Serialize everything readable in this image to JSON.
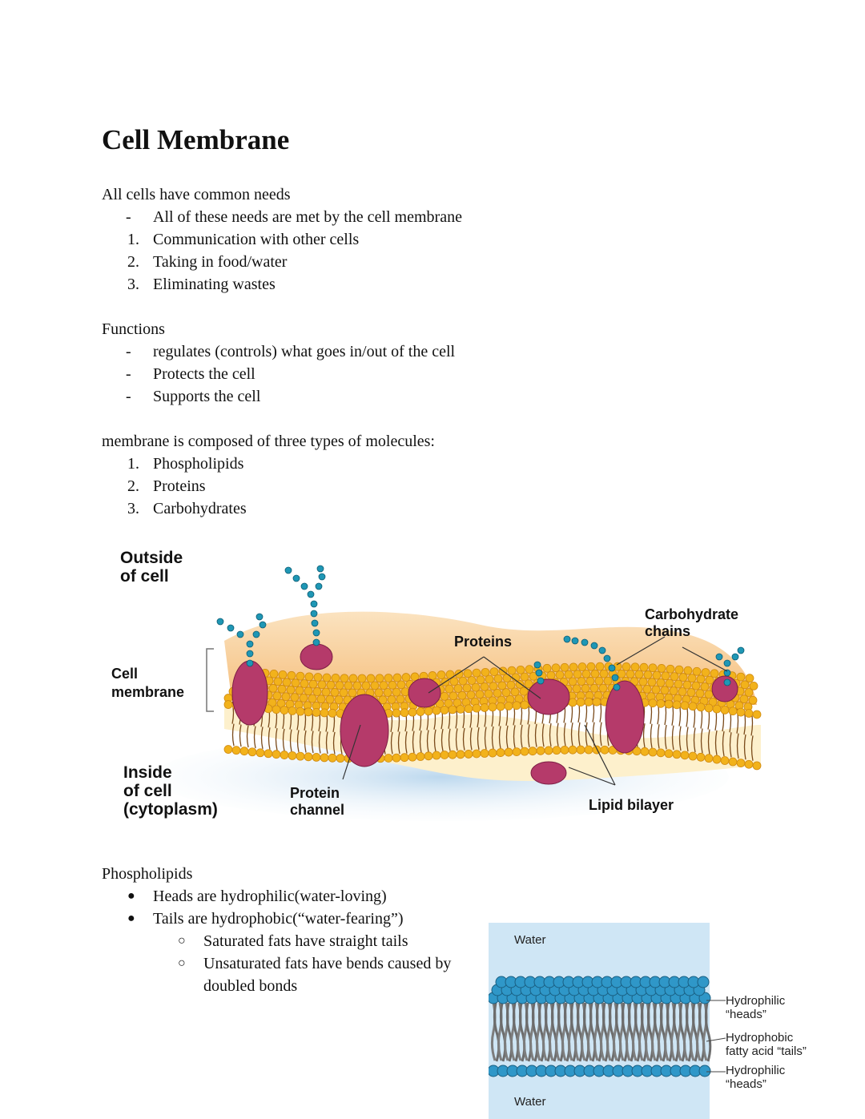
{
  "title": "Cell Membrane",
  "needs": {
    "intro": "All cells have common needs",
    "note_marker": "-",
    "note": "All of these needs are met by the cell membrane",
    "items": [
      {
        "marker": "1.",
        "text": "Communication with other cells"
      },
      {
        "marker": "2.",
        "text": "Taking in food/water"
      },
      {
        "marker": "3.",
        "text": "Eliminating wastes"
      }
    ]
  },
  "functions": {
    "heading": "Functions",
    "items": [
      {
        "marker": "-",
        "text": "regulates (controls) what goes in/out of the cell"
      },
      {
        "marker": "-",
        "text": "Protects the cell"
      },
      {
        "marker": "-",
        "text": "Supports the cell"
      }
    ]
  },
  "composition": {
    "intro": "membrane is composed of three types of molecules:",
    "items": [
      {
        "marker": "1.",
        "text": "Phospholipids"
      },
      {
        "marker": "2.",
        "text": "Proteins"
      },
      {
        "marker": "3.",
        "text": "Carbohydrates"
      }
    ]
  },
  "membrane_diagram": {
    "outside_line1": "Outside",
    "outside_line2": "of cell",
    "cell_membrane_line1": "Cell",
    "cell_membrane_line2": "membrane",
    "inside_line1": "Inside",
    "inside_line2": "of cell",
    "inside_line3": "(cytoplasm)",
    "proteins": "Proteins",
    "carb_line1": "Carbohydrate",
    "carb_line2": "chains",
    "protein_channel_line1": "Protein",
    "protein_channel_line2": "channel",
    "lipid_bilayer": "Lipid bilayer",
    "colors": {
      "head": "#f2b21b",
      "protein": "#b53a6a",
      "carb": "#1f97b5",
      "tail": "#7a4a1a",
      "plane": "#f7c98a"
    }
  },
  "phospholipids": {
    "heading": "Phospholipids",
    "bullets": [
      {
        "marker": "●",
        "text": "Heads are hydrophilic(water-loving)"
      },
      {
        "marker": "●",
        "text": "Tails are hydrophobic(“water-fearing”)"
      }
    ],
    "sub_bullets": [
      {
        "marker": "○",
        "text": "Saturated fats have straight tails"
      },
      {
        "marker": "○",
        "text": "Unsaturated fats have bends caused by"
      }
    ],
    "sub_continuation": "doubled bonds"
  },
  "bilayer_diagram": {
    "water_top": "Water",
    "water_bottom": "Water",
    "hydrophilic1_line1": "Hydrophilic",
    "hydrophilic1_line2": "“heads”",
    "hydrophobic_line1": "Hydrophobic",
    "hydrophobic_line2": "fatty acid “tails”",
    "hydrophilic2_line1": "Hydrophilic",
    "hydrophilic2_line2": "“heads”",
    "colors": {
      "water": "#cfe6f5",
      "head": "#2f97c8",
      "tail": "#7d7d7d"
    }
  }
}
